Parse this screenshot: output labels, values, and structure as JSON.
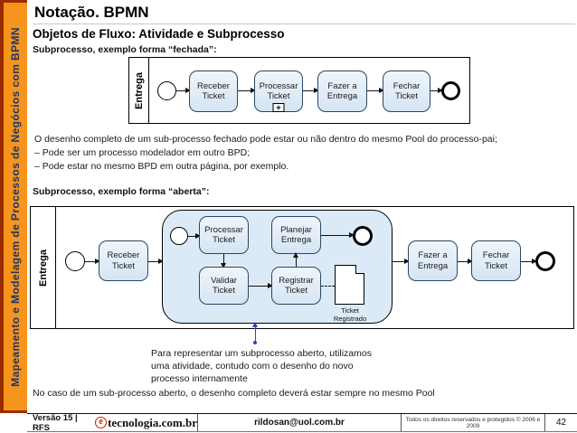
{
  "slide": {
    "sidebar_text": "Mapeamento e Modelagem de Processos de Negócios com BPMN",
    "title": "Notação. BPMN",
    "subtitle": "Objetos de Fluxo: Atividade e Subprocesso"
  },
  "closed_example": {
    "label": "Subprocesso, exemplo forma “fechada”:",
    "pool": "Entrega",
    "tasks": {
      "receber": "Receber Ticket",
      "processar": "Processar Ticket",
      "fazer": "Fazer a Entrega",
      "fechar": "Fechar Ticket"
    },
    "marker": "+",
    "notes": {
      "line1": "O desenho completo de um sub-processo fechado pode estar ou não dentro do mesmo Pool do processo-pai;",
      "line2": "– Pode ser um processo modelador em outro BPD;",
      "line3": "– Pode estar no mesmo BPD em outra página, por exemplo."
    }
  },
  "open_example": {
    "label": "Subprocesso, exemplo forma “aberta”:",
    "pool": "Entrega",
    "tasks": {
      "receber": "Receber Ticket",
      "processar": "Processar Ticket",
      "planejar": "Planejar Entrega",
      "validar": "Validar Ticket",
      "registrar": "Registrar Ticket",
      "fazer": "Fazer a Entrega",
      "fechar": "Fechar Ticket"
    },
    "artifact": "Ticket Registrado",
    "annotation": {
      "line1": "Para representar um subprocesso aberto, utilizamos",
      "line2": "uma atividade, contudo com o desenho do novo",
      "line3": "processo internamente"
    },
    "bottom_note": "No caso de um sub-processo aberto, o desenho completo deverá estar sempre no mesmo Pool"
  },
  "footer": {
    "version": "Versão 15 | RFS",
    "logo_e": "e",
    "logo_domain": "tecnologia.com.br",
    "email": "rildosan@uol.com.br",
    "rights": "Todos os direitos reservados e protegidos © 2006 e 2009",
    "page": "42"
  },
  "colors": {
    "sidebar_orange": "#F7941E",
    "sidebar_edge": "#9A2D00",
    "sidebar_text": "#1F3864",
    "task_fill": "#D5E5F3",
    "subprocess_fill": "#DCEAF7",
    "annotation_blue": "#3B3BBE",
    "logo_red": "#CC2200"
  }
}
